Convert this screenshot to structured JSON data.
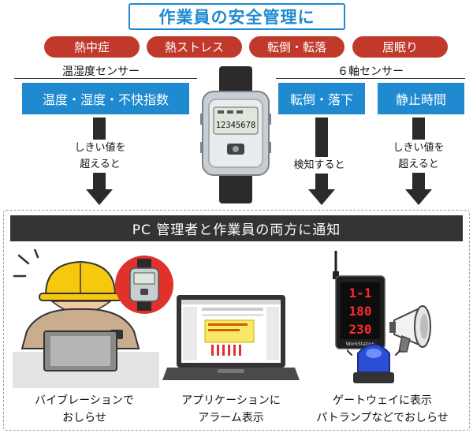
{
  "title": "作業員の安全管理に",
  "risks": [
    "熱中症",
    "熱ストレス",
    "転倒・転落",
    "居眠り"
  ],
  "sensors": {
    "left_label": "温湿度センサー",
    "right_label": "６軸センサー",
    "boxes": [
      "温度・湿度・不快指数",
      "転倒・落下",
      "静止時間"
    ]
  },
  "watch": {
    "display_text": "12345678"
  },
  "conditions": {
    "left": [
      "しきい値を",
      "超えると"
    ],
    "middle": [
      "検知すると"
    ],
    "right": [
      "しきい値を",
      "超えると"
    ]
  },
  "notify_banner": "PC 管理者と作業員の両方に通知",
  "outputs": [
    {
      "lines": [
        "バイブレーションで",
        "おしらせ"
      ]
    },
    {
      "lines": [
        "アプリケーションに",
        "アラーム表示"
      ]
    },
    {
      "lines": [
        "ゲートウェイに表示",
        "パトランプなどでおしらせ"
      ]
    }
  ],
  "signboard": {
    "rows": [
      "1-1",
      "180",
      "230"
    ],
    "brand": "WorkStation"
  },
  "colors": {
    "accent_blue": "#1f8ad0",
    "risk_red": "#c0392b",
    "banner_dark": "#333333",
    "helmet_yellow": "#f6c90e"
  }
}
